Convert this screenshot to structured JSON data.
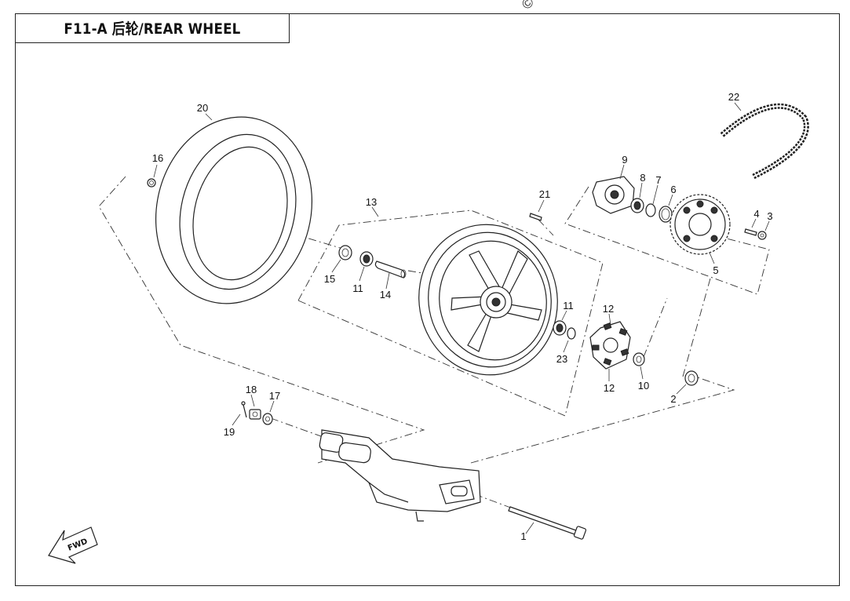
{
  "title": "F11-A  后轮/REAR WHEEL",
  "copyright_mark": "©",
  "fwd_label": "FWD",
  "callouts": [
    {
      "key": "c20",
      "label": "20"
    },
    {
      "key": "c16",
      "label": "16"
    },
    {
      "key": "c13",
      "label": "13"
    },
    {
      "key": "c21",
      "label": "21"
    },
    {
      "key": "c9",
      "label": "9"
    },
    {
      "key": "c8",
      "label": "8"
    },
    {
      "key": "c7",
      "label": "7"
    },
    {
      "key": "c6",
      "label": "6"
    },
    {
      "key": "c22",
      "label": "22"
    },
    {
      "key": "c4",
      "label": "4"
    },
    {
      "key": "c3",
      "label": "3"
    },
    {
      "key": "c5",
      "label": "5"
    },
    {
      "key": "c15",
      "label": "15"
    },
    {
      "key": "c11a",
      "label": "11"
    },
    {
      "key": "c14",
      "label": "14"
    },
    {
      "key": "c11b",
      "label": "11"
    },
    {
      "key": "c23",
      "label": "23"
    },
    {
      "key": "c12a",
      "label": "12"
    },
    {
      "key": "c12b",
      "label": "12"
    },
    {
      "key": "c10",
      "label": "10"
    },
    {
      "key": "c2",
      "label": "2"
    },
    {
      "key": "c18",
      "label": "18"
    },
    {
      "key": "c17",
      "label": "17"
    },
    {
      "key": "c19",
      "label": "19"
    },
    {
      "key": "c1",
      "label": "1"
    }
  ]
}
